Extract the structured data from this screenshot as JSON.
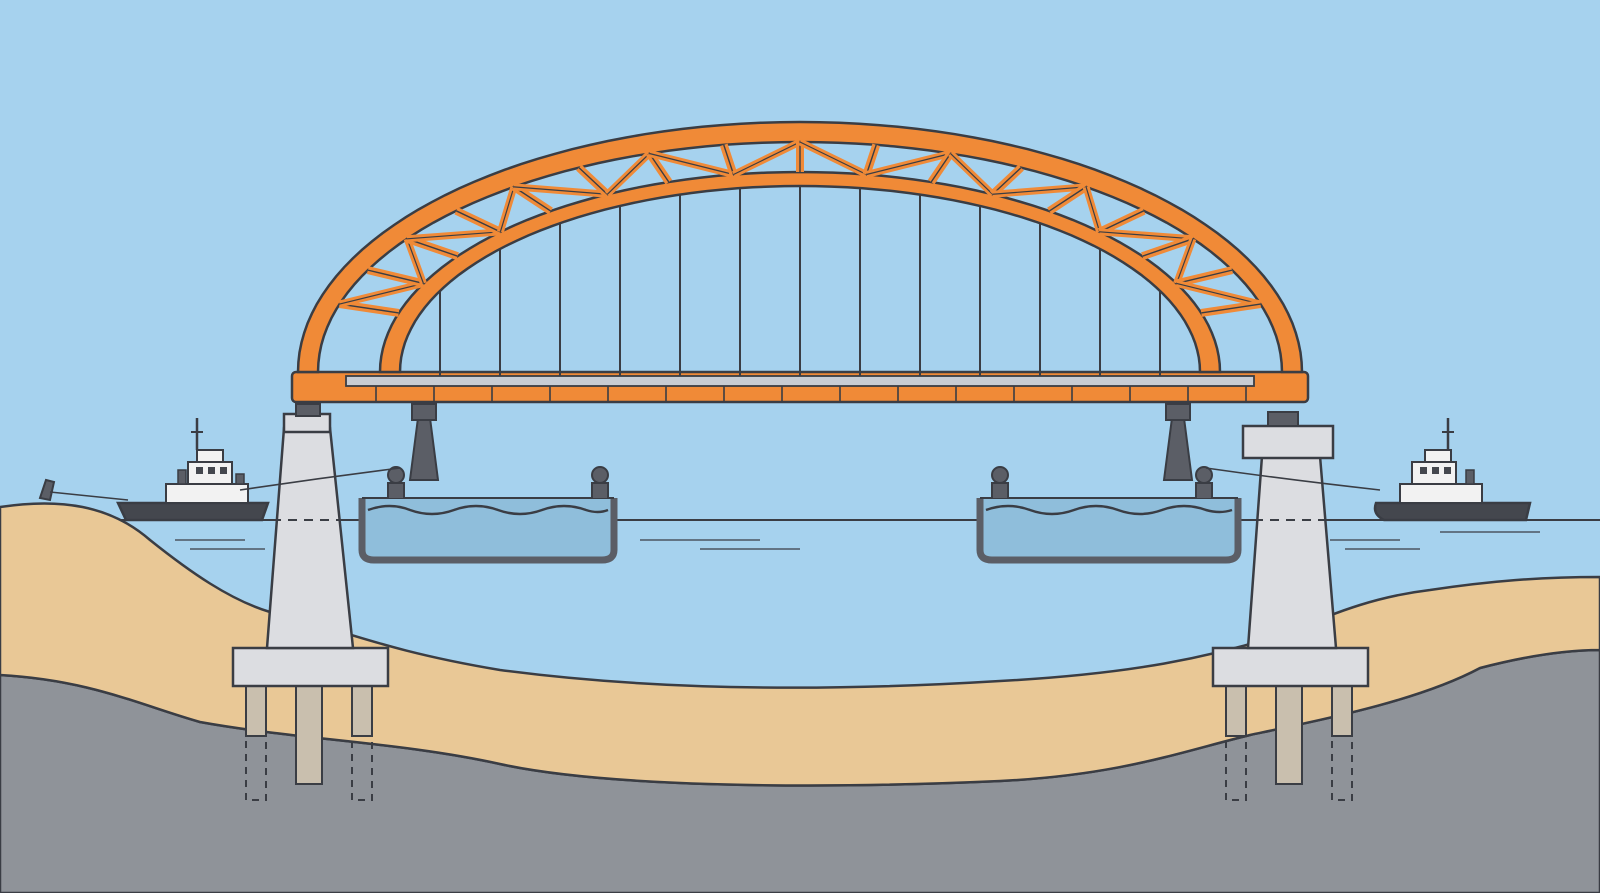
{
  "palette": {
    "sky": "#a6d2ee",
    "water": "#a6d2ee",
    "sand": "#e9c896",
    "bedrock": "#8f9399",
    "outline": "#3a3d44",
    "arch_orange": "#f08a37",
    "concrete": "#dcdde1",
    "pile": "#c9bfae",
    "barge_water": "#8fbedb",
    "barge_dark": "#5b5e66",
    "tug_hull": "#44474e",
    "tug_cabin": "#f2f2f2",
    "deck_grey": "#c8ccd3"
  },
  "scene": {
    "subject": "arch-bridge-float-in",
    "hanger_count": 13,
    "truss_panels": 16
  }
}
